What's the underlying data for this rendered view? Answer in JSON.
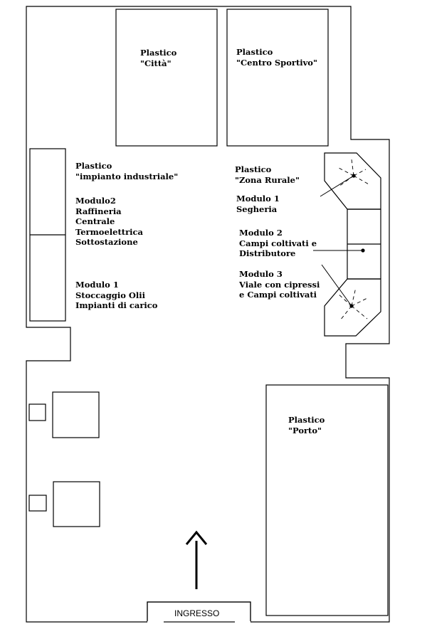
{
  "areas": {
    "citta": [
      "Plastico",
      "\"Città\""
    ],
    "centro_sportivo": [
      "Plastico",
      "\"Centro Sportivo\""
    ],
    "industriale": [
      "Plastico",
      "\"impianto industriale\""
    ],
    "industriale_modulo2": [
      "Modulo2",
      "Raffineria",
      "Centrale",
      "Termoelettrica",
      "Sottostazione"
    ],
    "industriale_modulo1": [
      "Modulo 1",
      "Stoccaggio Olii",
      "Impianti di carico"
    ],
    "zona_rurale": [
      "Plastico",
      "\"Zona Rurale\""
    ],
    "rurale_modulo1": [
      "Modulo 1",
      "Segheria"
    ],
    "rurale_modulo2": [
      "Modulo 2",
      "Campi coltivati e",
      "Distributore"
    ],
    "rurale_modulo3": [
      "Modulo 3",
      "Viale con cipressi",
      "e Campi coltivati"
    ],
    "porto": [
      "Plastico",
      "\"Porto\""
    ]
  },
  "entrance": "INGRESSO"
}
